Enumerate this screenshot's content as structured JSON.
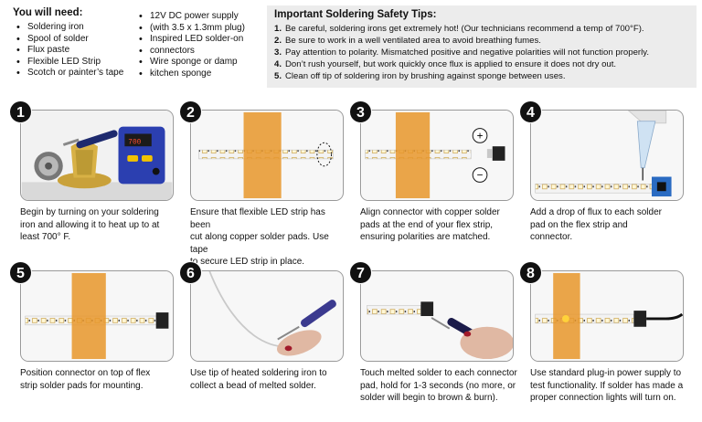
{
  "needs": {
    "title": "You will need:",
    "col1": [
      "Soldering iron",
      "Spool of solder",
      "Flux paste",
      "Flexible LED Strip",
      "Scotch or painter’s tape"
    ],
    "col2": [
      "12V DC power supply",
      "(with 3.5 x 1.3mm plug)",
      "Inspired LED solder-on",
      "connectors",
      "Wire sponge or damp",
      "kitchen sponge"
    ]
  },
  "tips": {
    "title": "Important Soldering Safety Tips:",
    "items": [
      {
        "num": "1.",
        "text": "Be careful, soldering irons get extremely hot! (Our technicians recommend a temp of 700°F)."
      },
      {
        "num": "2.",
        "text": "Be sure to work in a well ventilated area to avoid breathing fumes."
      },
      {
        "num": "3.",
        "text": "Pay attention to polarity. Mismatched positive and negative polarities will not function properly."
      },
      {
        "num": "4.",
        "text": "Don’t rush yourself, but work quickly once flux is applied to ensure it does not dry out."
      },
      {
        "num": "5.",
        "text": "Clean off tip of soldering iron by brushing against sponge between uses."
      }
    ]
  },
  "steps": [
    {
      "num": "1",
      "lines": [
        "Begin by turning on your soldering",
        "iron and allowing it to heat up to at",
        "least 700° F."
      ]
    },
    {
      "num": "2",
      "lines": [
        "Ensure that flexible LED strip has been",
        "cut along copper solder pads. Use tape",
        "to secure LED strip in place."
      ]
    },
    {
      "num": "3",
      "lines": [
        "Align connector with copper solder",
        "pads at the end of your flex strip,",
        "ensuring polarities are matched."
      ],
      "plus": "+",
      "minus": "−"
    },
    {
      "num": "4",
      "lines": [
        "Add a drop of flux to each solder",
        "pad on the flex strip and",
        "connector."
      ]
    },
    {
      "num": "5",
      "lines": [
        "Position connector on top of flex",
        "strip solder pads for mounting."
      ]
    },
    {
      "num": "6",
      "lines": [
        "Use tip of heated soldering iron to",
        "collect a bead of melted solder."
      ]
    },
    {
      "num": "7",
      "lines": [
        "Touch melted solder to each connector",
        "pad, hold for 1-3 seconds (no more, or",
        "solder will begin to brown & burn)."
      ]
    },
    {
      "num": "8",
      "lines": [
        "Use standard plug-in power supply to",
        "test functionality. If solder has made a",
        "proper connection lights will turn on."
      ]
    }
  ]
}
